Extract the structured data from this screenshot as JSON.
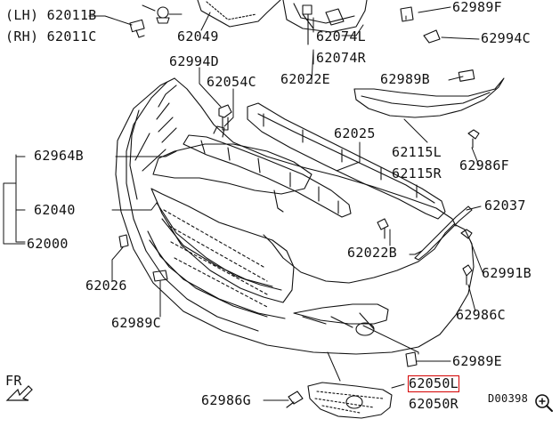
{
  "labels": {
    "l_62011b": "(LH) 62011B",
    "l_62011c": "(RH) 62011C",
    "l_62049": "62049",
    "l_62074l": "62074L",
    "l_62074r": "62074R",
    "l_62989f": "62989F",
    "l_62994c": "62994C",
    "l_62994d": "62994D",
    "l_62054c": "62054C",
    "l_62022e": "62022E",
    "l_62989b": "62989B",
    "l_62025": "62025",
    "l_62115l": "62115L",
    "l_62115r": "62115R",
    "l_62986f": "62986F",
    "l_62964b": "62964B",
    "l_62040": "62040",
    "l_62000": "62000",
    "l_62037": "62037",
    "l_62022b": "62022B",
    "l_62991b": "62991B",
    "l_62026": "62026",
    "l_62986c": "62986C",
    "l_62989c": "62989C",
    "l_62989e": "62989E",
    "l_62986g": "62986G",
    "l_62050l": "62050L",
    "l_62050r": "62050R",
    "l_fr": "FR",
    "l_code": "D00398"
  },
  "icons": {
    "zoom": "zoom-in-icon",
    "fr_arrow": "front-arrow-icon"
  },
  "colors": {
    "highlight": "#d40000",
    "line": "#111111"
  }
}
